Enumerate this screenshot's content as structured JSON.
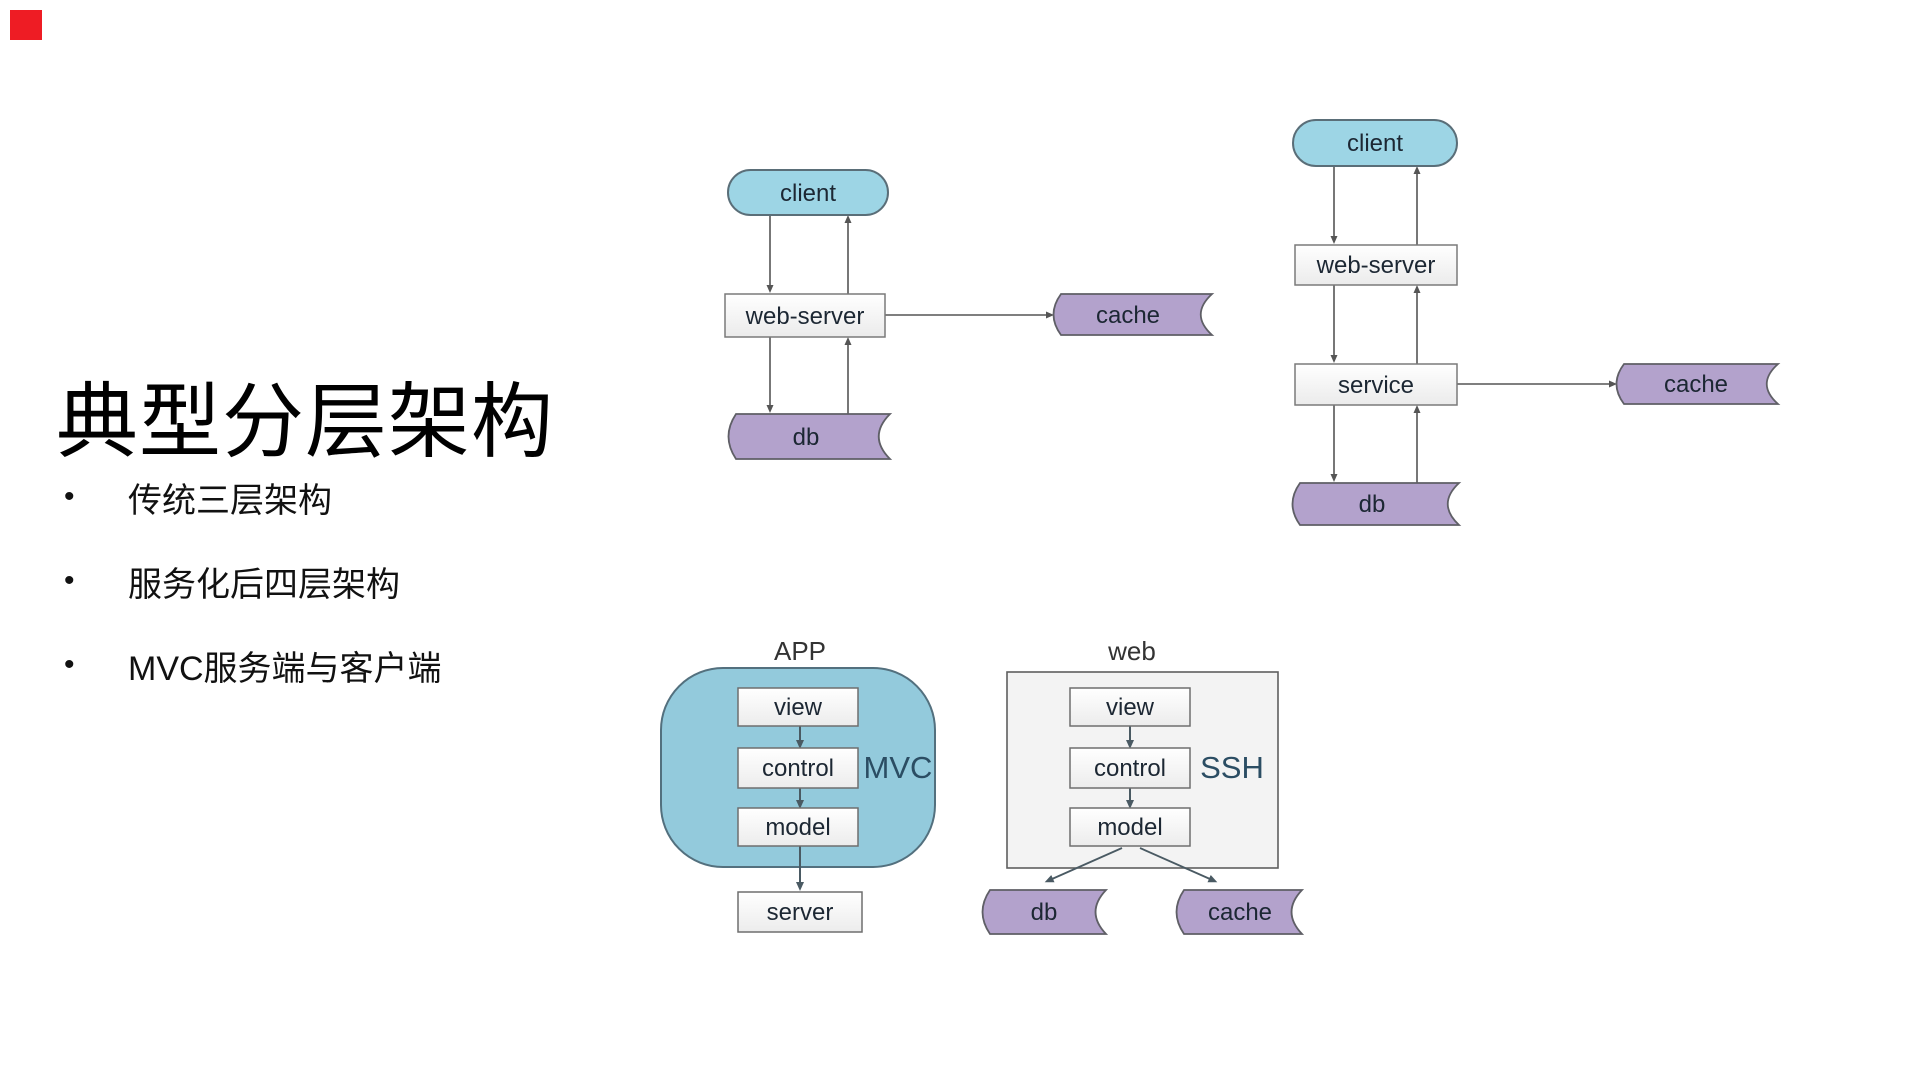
{
  "slide": {
    "title": "典型分层架构",
    "bullet_marker": "•",
    "bullets": [
      {
        "label": "传统三层架构"
      },
      {
        "label": "服务化后四层架构"
      },
      {
        "label": "MVC服务端与客户端"
      }
    ],
    "accent_color": "#ee1c24"
  },
  "diagrams": {
    "three_tier": {
      "client": "client",
      "web_server": "web-server",
      "db": "db",
      "cache": "cache"
    },
    "four_tier": {
      "client": "client",
      "web_server": "web-server",
      "service": "service",
      "db": "db",
      "cache": "cache"
    },
    "app_mvc": {
      "group": "APP",
      "view": "view",
      "control": "control",
      "model": "model",
      "server": "server",
      "pattern": "MVC"
    },
    "web_ssh": {
      "group": "web",
      "view": "view",
      "control": "control",
      "model": "model",
      "db": "db",
      "cache": "cache",
      "pattern": "SSH"
    }
  },
  "colors": {
    "client_fill": "#9dd5e5",
    "blob_fill": "#93cadc",
    "datastore_fill": "#b3a2cc",
    "box_fill": "#ffffff",
    "panel_fill": "#f3f3f3",
    "arrow": "#555555"
  }
}
